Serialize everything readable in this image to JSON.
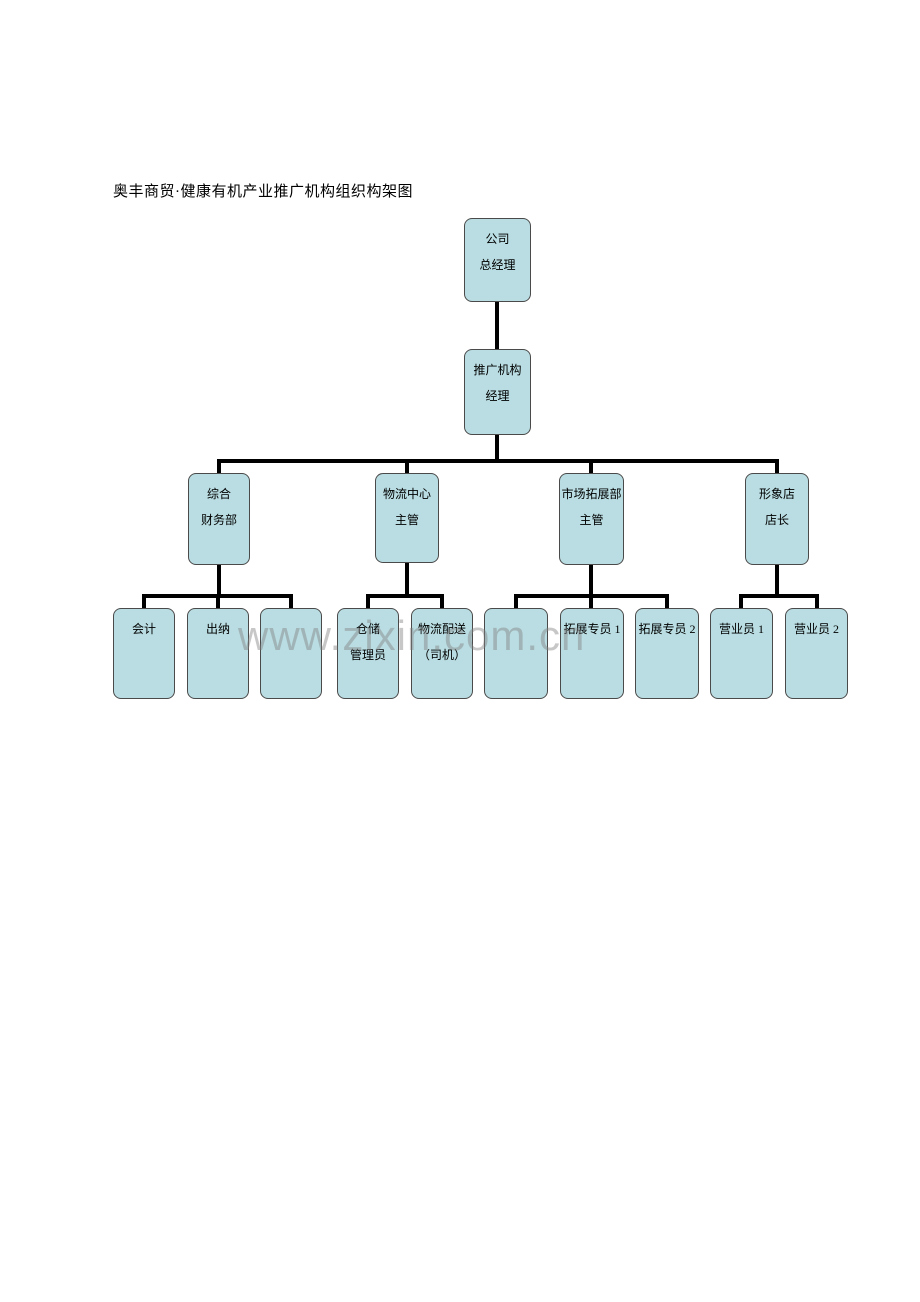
{
  "page": {
    "title": "奥丰商贸·健康有机产业推广机构组织构架图",
    "watermark": "www.zixin.com.cn"
  },
  "colors": {
    "node_fill": "#b9dde2",
    "node_border": "#4a4a4a",
    "connector": "#000000"
  },
  "org": {
    "root": "公司\n总经理",
    "manager": "推广机构\n经理",
    "departments": {
      "finance": "综合\n财务部",
      "logistics": "物流中心\n主管",
      "market": "市场拓展部\n主管",
      "store": "形象店\n店长"
    },
    "staff": {
      "accountant": "会计",
      "cashier": "出纳",
      "finance_blank": "",
      "warehouse": "仓储\n管理员",
      "delivery": "物流配送\n（司机）",
      "market_blank": "",
      "expansion1": "拓展专员 1",
      "expansion2": "拓展专员 2",
      "sales1": "营业员 1",
      "sales2": "营业员 2"
    }
  }
}
